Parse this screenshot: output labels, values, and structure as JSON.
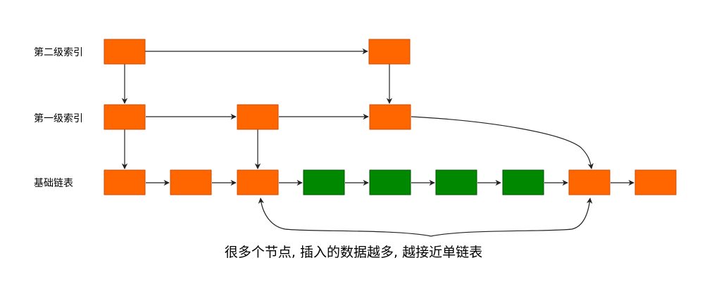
{
  "levels": {
    "level2": "第二级索引",
    "level1": "第一级索引",
    "base": "基础链表"
  },
  "caption": "很多个节点, 插入的数据越多, 越接近单链表",
  "colors": {
    "normal_node": "#FF6600",
    "inserted_node": "#008800",
    "arrow": "#222222"
  },
  "nodes": {
    "level2": [
      "normal",
      "normal"
    ],
    "level1": [
      "normal",
      "normal",
      "normal"
    ],
    "base": [
      "normal",
      "normal",
      "normal",
      "inserted",
      "inserted",
      "inserted",
      "inserted",
      "normal",
      "normal"
    ]
  }
}
